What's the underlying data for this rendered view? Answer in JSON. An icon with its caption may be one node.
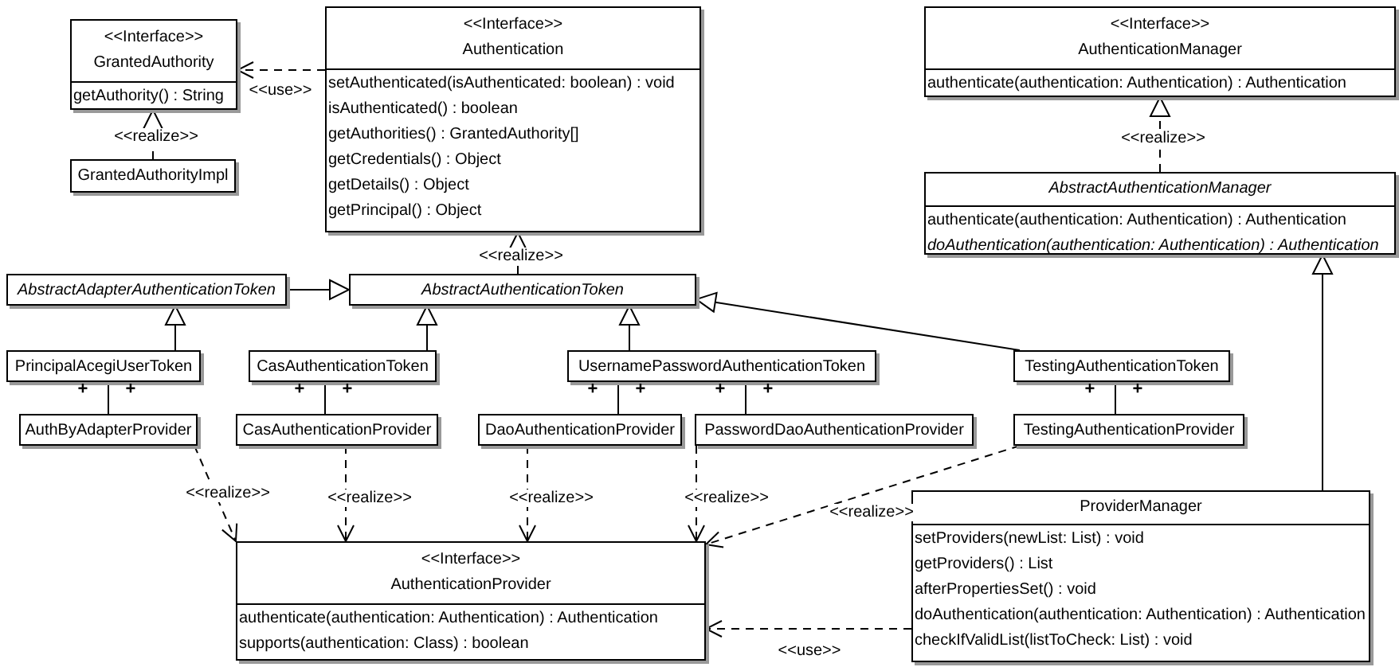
{
  "diagram": {
    "nodes": [
      {
        "text": [
          "<<Interface>>",
          "GrantedAuthority",
          "getAuthority() : String"
        ]
      },
      {
        "text": [
          "GrantedAuthorityImpl"
        ]
      },
      {
        "text": [
          "<<Interface>>",
          "Authentication",
          "setAuthenticated(isAuthenticated: boolean) : void",
          "isAuthenticated() : boolean",
          "getAuthorities() : GrantedAuthority[]",
          "getCredentials() : Object",
          "getDetails() : Object",
          "getPrincipal() : Object"
        ]
      },
      {
        "text": [
          "<<Interface>>",
          "AuthenticationManager",
          "authenticate(authentication: Authentication) : Authentication"
        ]
      },
      {
        "text": [
          "AbstractAuthenticationManager",
          "authenticate(authentication: Authentication) : Authentication",
          "doAuthentication(authentication: Authentication) : Authentication"
        ]
      },
      {
        "text": [
          "AbstractAdapterAuthenticationToken"
        ]
      },
      {
        "text": [
          "AbstractAuthenticationToken"
        ]
      },
      {
        "text": [
          "PrincipalAcegiUserToken"
        ]
      },
      {
        "text": [
          "CasAuthenticationToken"
        ]
      },
      {
        "text": [
          "UsernamePasswordAuthenticationToken"
        ]
      },
      {
        "text": [
          "TestingAuthenticationToken"
        ]
      },
      {
        "text": [
          "AuthByAdapterProvider"
        ]
      },
      {
        "text": [
          "CasAuthenticationProvider"
        ]
      },
      {
        "text": [
          "DaoAuthenticationProvider"
        ]
      },
      {
        "text": [
          "PasswordDaoAuthenticationProvider"
        ]
      },
      {
        "text": [
          "TestingAuthenticationProvider"
        ]
      },
      {
        "text": [
          "<<Interface>>",
          "AuthenticationProvider",
          "authenticate(authentication: Authentication) : Authentication",
          "supports(authentication: Class) : boolean"
        ]
      },
      {
        "text": [
          "ProviderManager",
          "setProviders(newList: List) : void",
          "getProviders() : List",
          "afterPropertiesSet() : void",
          "doAuthentication(authentication: Authentication) : Authentication",
          "checkIfValidList(listToCheck: List) : void"
        ]
      }
    ],
    "edges": [
      {
        "from": 2,
        "to": 0,
        "arrow": "to",
        "style": "dashed",
        "label": "<<use>>"
      },
      {
        "from": 1,
        "to": 0,
        "arrow": "to",
        "style": "dashed",
        "label": "<<realize>>"
      },
      {
        "from": 6,
        "to": 2,
        "arrow": "to",
        "style": "dashed",
        "label": "<<realize>>"
      },
      {
        "from": 4,
        "to": 3,
        "arrow": "to",
        "style": "dashed",
        "label": "<<realize>>"
      },
      {
        "from": 5,
        "to": 6,
        "arrow": "to"
      },
      {
        "from": 7,
        "to": 5,
        "arrow": "to"
      },
      {
        "from": 8,
        "to": 6,
        "arrow": "to"
      },
      {
        "from": 9,
        "to": 6,
        "arrow": "to"
      },
      {
        "from": 10,
        "to": 6,
        "arrow": "to"
      },
      {
        "from": 17,
        "to": 4,
        "arrow": "to"
      },
      {
        "from": 7,
        "to": 11,
        "arrow": "none"
      },
      {
        "from": 8,
        "to": 12,
        "arrow": "none"
      },
      {
        "from": 9,
        "to": 13,
        "arrow": "none"
      },
      {
        "from": 9,
        "to": 14,
        "arrow": "none"
      },
      {
        "from": 10,
        "to": 15,
        "arrow": "none"
      },
      {
        "from": 11,
        "to": 16,
        "arrow": "to",
        "style": "dashed",
        "label": "<<realize>>"
      },
      {
        "from": 12,
        "to": 16,
        "arrow": "to",
        "style": "dashed",
        "label": "<<realize>>"
      },
      {
        "from": 13,
        "to": 16,
        "arrow": "to",
        "style": "dashed",
        "label": "<<realize>>"
      },
      {
        "from": 14,
        "to": 16,
        "arrow": "to",
        "style": "dashed",
        "label": "<<realize>>"
      },
      {
        "from": 15,
        "to": 16,
        "arrow": "to",
        "style": "dashed",
        "label": "<<realize>>"
      },
      {
        "from": 17,
        "to": 16,
        "arrow": "to",
        "style": "dashed",
        "label": "<<use>>"
      }
    ],
    "labels": [
      "+",
      "+",
      "+",
      "+",
      "+",
      "+",
      "+",
      "+",
      "+",
      "+"
    ]
  }
}
